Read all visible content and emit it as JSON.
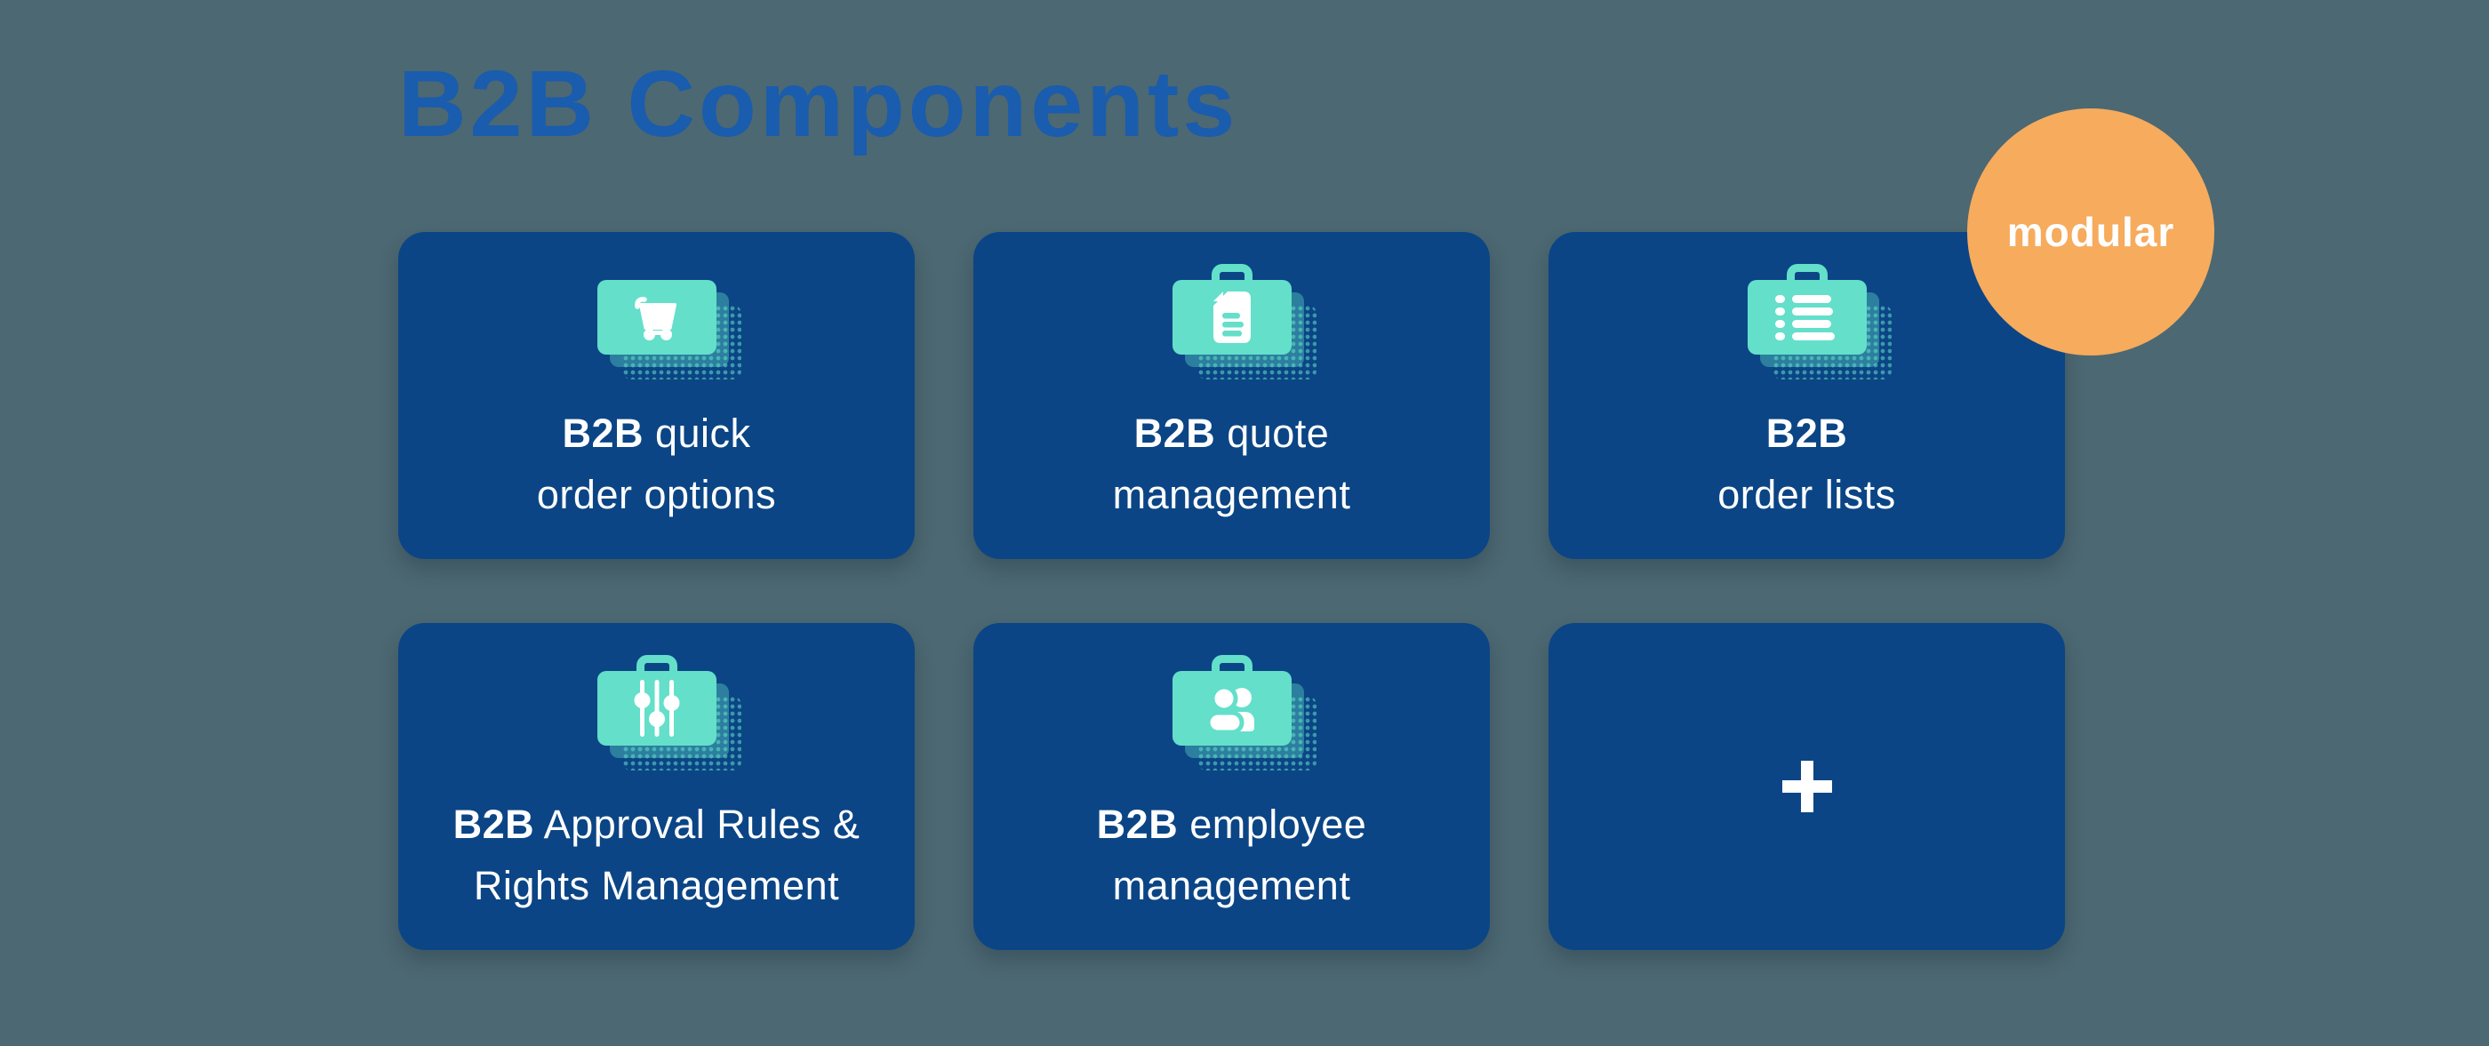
{
  "title": {
    "text": "B2B Components",
    "color": "#1A5CAD"
  },
  "badge": {
    "label": "modular",
    "background": "#F6AB5D",
    "text_color": "#FFFFFF"
  },
  "colors": {
    "canvas_background": "#4C6872",
    "card_background": "#0B4585",
    "icon_teal": "#63DFCA",
    "card_text": "#FFFFFF"
  },
  "cards": [
    {
      "id": "quick-order-options",
      "icon": "cart-icon",
      "line1_bold": "B2B",
      "line1_rest": " quick",
      "line2": "order options"
    },
    {
      "id": "quote-management",
      "icon": "quote-document-icon",
      "line1_bold": "B2B",
      "line1_rest": " quote",
      "line2": "management"
    },
    {
      "id": "order-lists",
      "icon": "order-list-icon",
      "line1_bold": "B2B",
      "line1_rest": "",
      "line2": "order lists"
    },
    {
      "id": "approval-rules-rights-management",
      "icon": "sliders-icon",
      "line1_bold": "B2B",
      "line1_rest": " Approval Rules &",
      "line2": "Rights Management"
    },
    {
      "id": "employee-management",
      "icon": "employees-icon",
      "line1_bold": "B2B",
      "line1_rest": " employee",
      "line2": "management"
    },
    {
      "id": "add-component",
      "icon": "plus-icon",
      "line1_bold": "",
      "line1_rest": "",
      "line2": ""
    }
  ]
}
